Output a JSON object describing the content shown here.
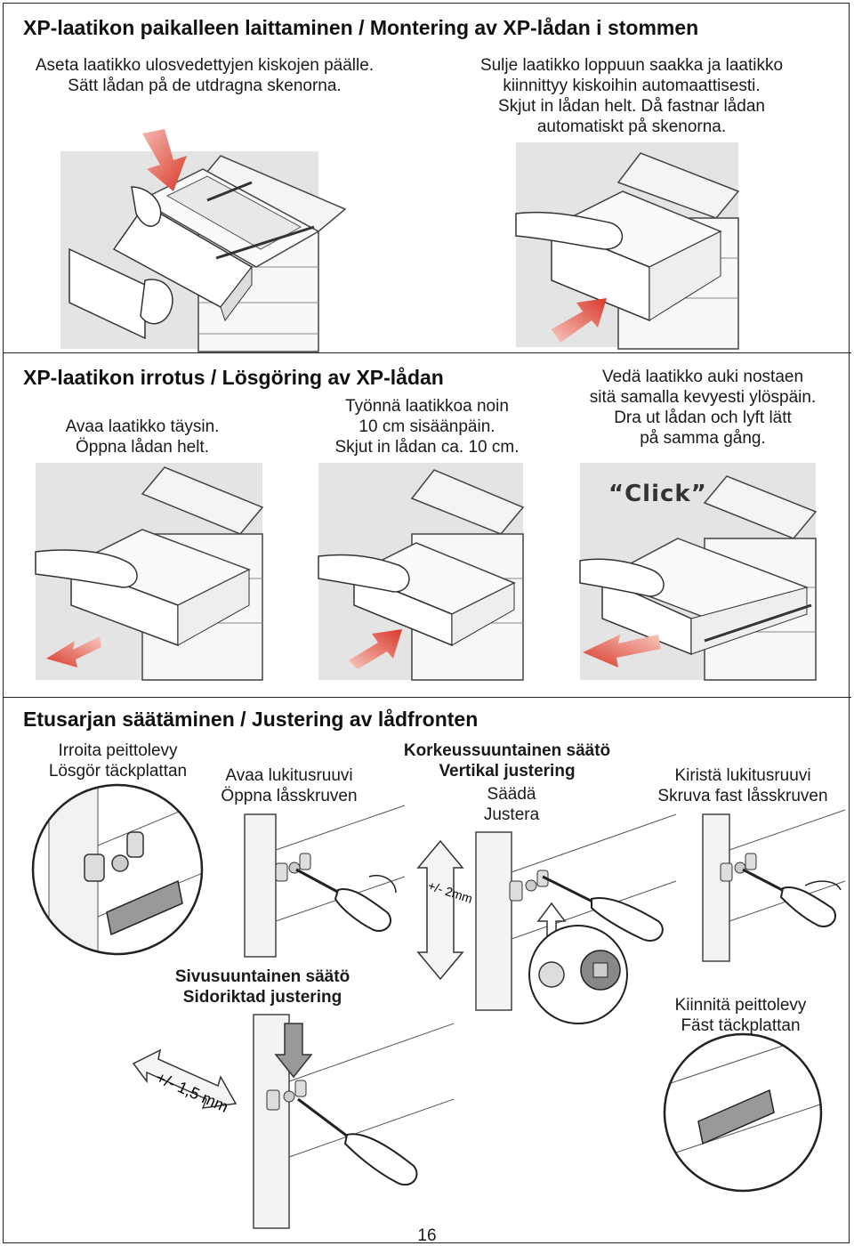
{
  "section1": {
    "title": "XP-laatikon paikalleen laittaminen / Montering av XP-lådan i stommen",
    "step1": [
      "Aseta laatikko ulosvedettyjen kiskojen päälle.",
      "Sätt lådan på de utdragna skenorna."
    ],
    "step2": [
      "Sulje laatikko loppuun saakka ja laatikko",
      "kiinnittyy kiskoihin automaattisesti.",
      "Skjut in lådan helt. Då fastnar lådan",
      "automatiskt på skenorna."
    ]
  },
  "section2": {
    "title": "XP-laatikon irrotus / Lösgöring av XP-lådan",
    "step1": [
      "Avaa laatikko täysin.",
      "Öppna lådan helt."
    ],
    "step2": [
      "Työnnä laatikkoa noin",
      "10 cm sisäänpäin.",
      "Skjut in lådan ca. 10 cm."
    ],
    "step3": [
      "Vedä laatikko auki nostaen",
      "sitä samalla kevyesti ylöspäin.",
      "Dra ut lådan och lyft lätt",
      "på samma gång."
    ],
    "click_label": "“Click”"
  },
  "section3": {
    "title": "Etusarjan säätäminen / Justering av lådfronten",
    "step1": [
      "Irroita peittolevy",
      "Lösgör täckplattan"
    ],
    "step2": [
      "Avaa lukitusruuvi",
      "Öppna låsskruven"
    ],
    "step3_bold": [
      "Korkeussuuntainen säätö",
      "Vertikal justering"
    ],
    "step3": [
      "Säädä",
      "Justera"
    ],
    "step4": [
      "Kiristä lukitusruuvi",
      "Skruva fast låsskruven"
    ],
    "step5_bold": [
      "Sivusuuntainen säätö",
      "Sidoriktad justering"
    ],
    "step6": [
      "Kiinnitä peittolevy",
      "Fäst täckplattan"
    ],
    "vertical_range": "+/- 2mm",
    "side_range": "+/- 1,5 mm"
  },
  "page_number": "16",
  "colors": {
    "arrow_red": "#d93a2b",
    "panel_gray": "#e4e4e4"
  }
}
